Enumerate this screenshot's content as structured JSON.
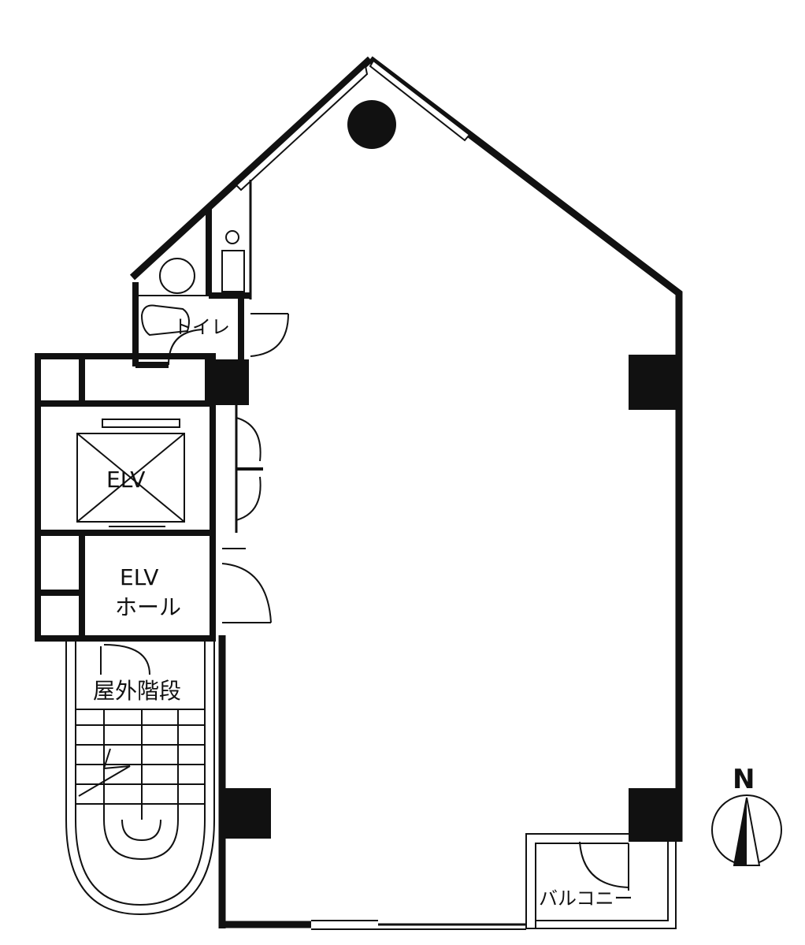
{
  "labels": {
    "toilet": "トイレ",
    "elevator": "ELV",
    "elevator_hall_line1": "ELV",
    "elevator_hall_line2": "ホール",
    "outdoor_stairs": "屋外階段",
    "balcony": "バルコニー",
    "north": "N"
  },
  "colors": {
    "wall": "#111111",
    "background": "#ffffff",
    "thin_line": "#333333"
  },
  "icons": {
    "compass": "north-arrow-icon",
    "elevator_car": "elevator-cross-icon",
    "stairs": "stair-flight-icon"
  }
}
